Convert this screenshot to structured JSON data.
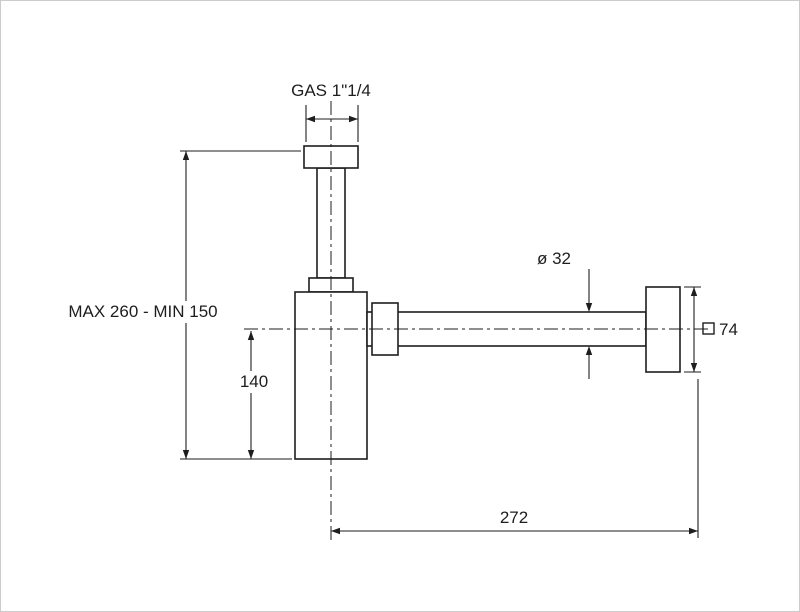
{
  "diagram": {
    "labels": {
      "thread": "GAS 1\"1/4",
      "height_range": "MAX 260 - MIN 150",
      "trap_height": "140",
      "pipe_diameter": "ø 32",
      "flange_width": "74",
      "reach": "272"
    },
    "colors": {
      "line": "#1e1e1e",
      "background": "#ffffff",
      "frame": "#cccccc"
    }
  }
}
